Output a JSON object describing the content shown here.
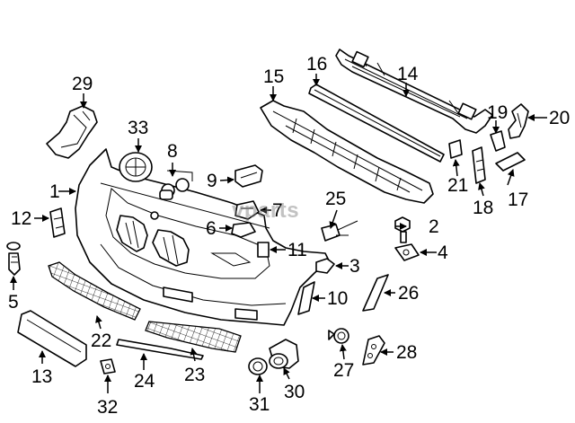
{
  "watermark": "vparts",
  "callouts": {
    "p1": "1",
    "p2": "2",
    "p3": "3",
    "p4": "4",
    "p5": "5",
    "p6": "6",
    "p7": "7",
    "p8": "8",
    "p9": "9",
    "p10": "10",
    "p11": "11",
    "p12": "12",
    "p13": "13",
    "p14": "14",
    "p15": "15",
    "p16": "16",
    "p17": "17",
    "p18": "18",
    "p19": "19",
    "p20": "20",
    "p21": "21",
    "p22": "22",
    "p23": "23",
    "p24": "24",
    "p25": "25",
    "p26": "26",
    "p27": "27",
    "p28": "28",
    "p29": "29",
    "p30": "30",
    "p31": "31",
    "p32": "32",
    "p33": "33"
  }
}
